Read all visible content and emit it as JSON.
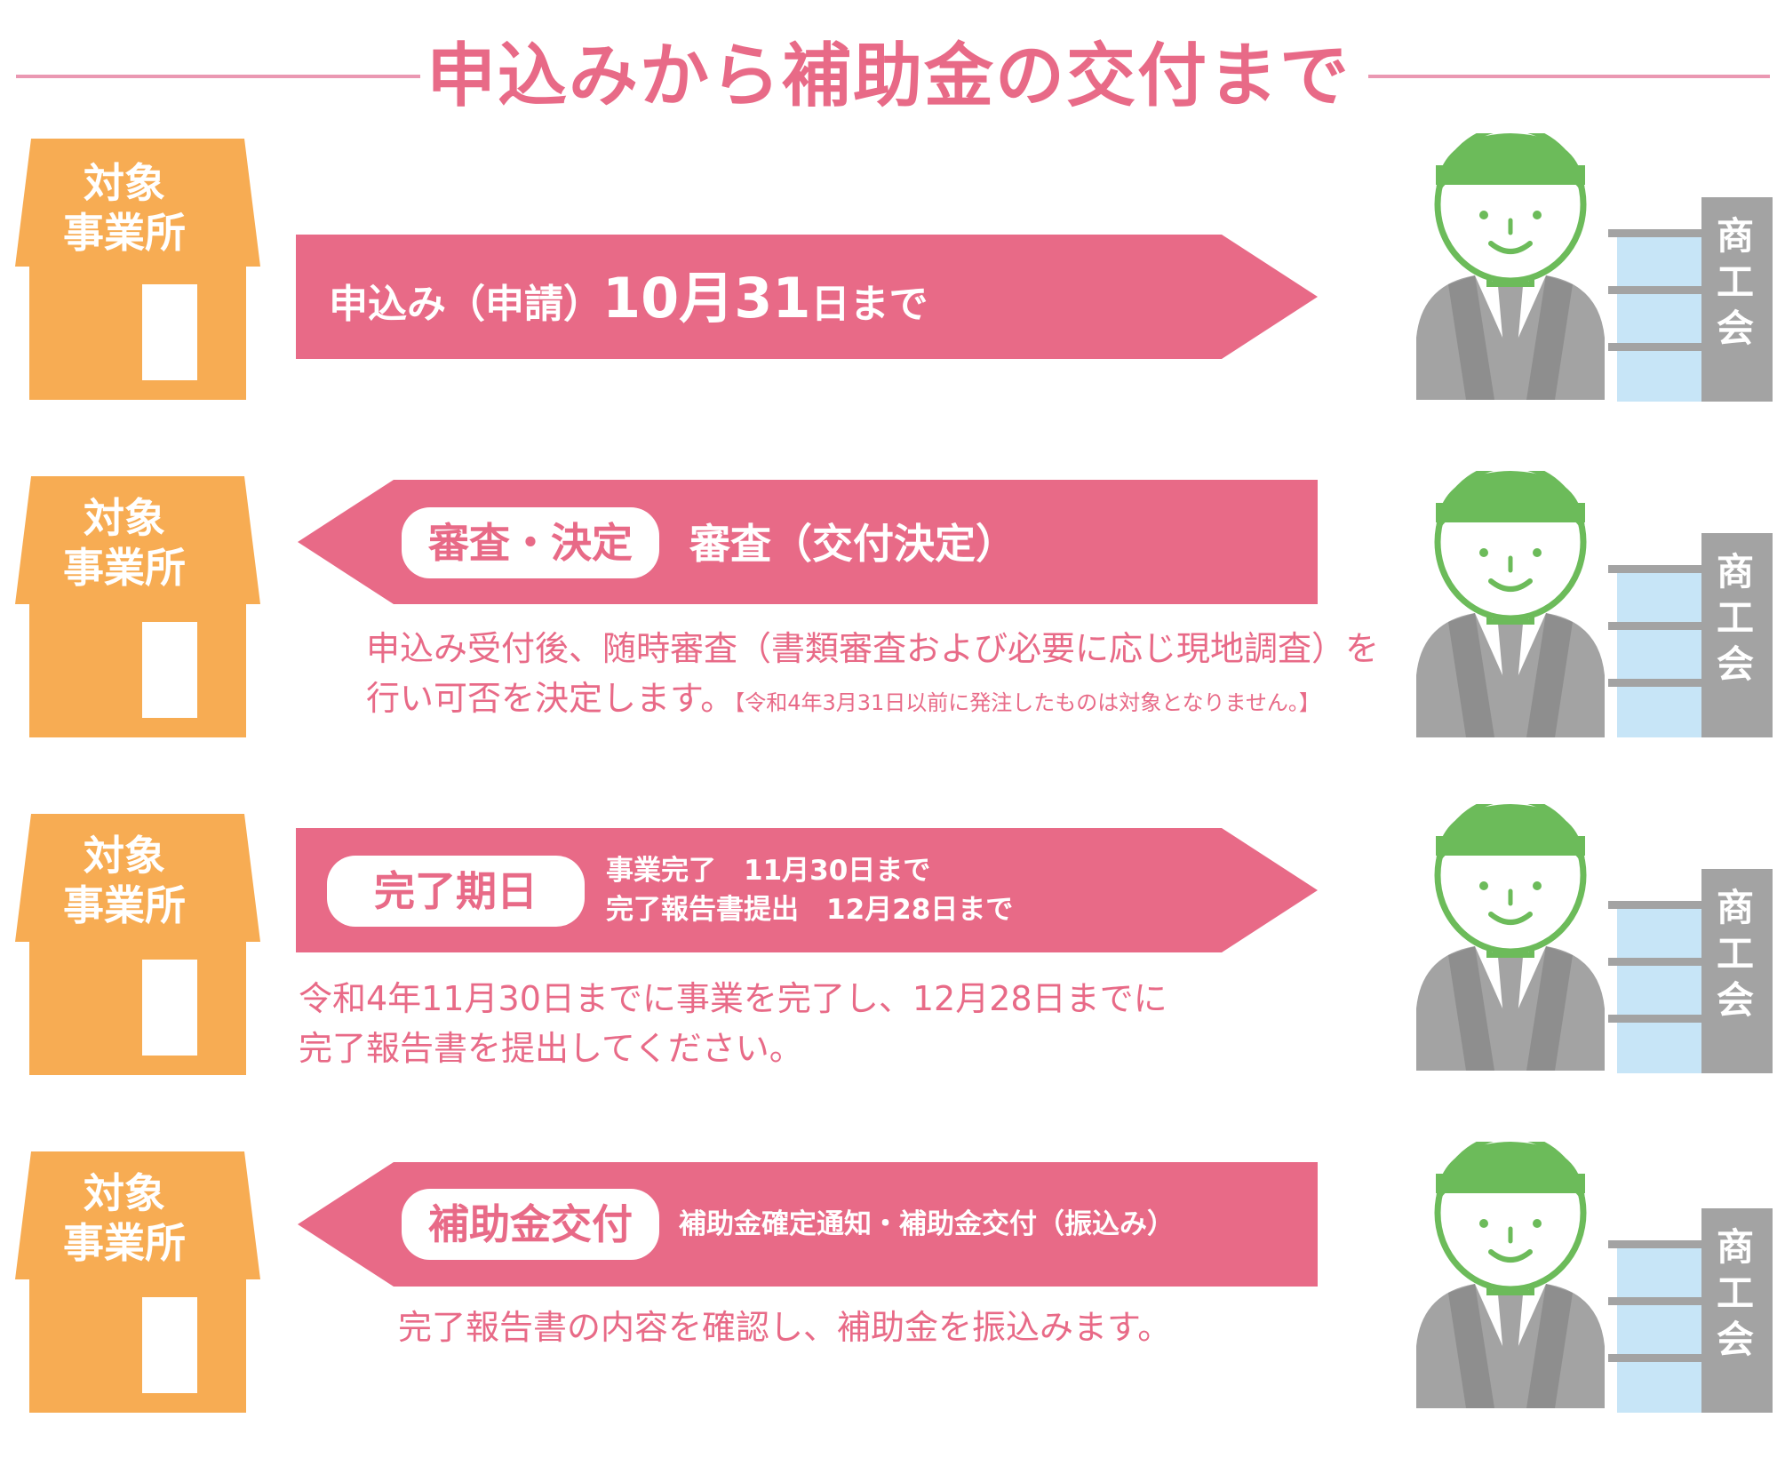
{
  "title": "申込みから補助金の交付まで",
  "colors": {
    "pink": "#e86a87",
    "orange": "#f7ac53",
    "green": "#6cbb5a",
    "gray": "#a3a3a3",
    "light_blue": "#c7e5f7"
  },
  "house_label": [
    "対象",
    "事業所"
  ],
  "building_label": [
    "商",
    "工",
    "会"
  ],
  "steps": [
    {
      "direction": "right",
      "main_prefix": "申込み（申請）",
      "main_date": "10月31",
      "main_suffix": "日まで"
    },
    {
      "direction": "left",
      "badge": "審査・決定",
      "heading": "審査（交付決定）",
      "desc_line1": "申込み受付後、随時審査（書類審査および必要に応じ現地調査）を",
      "desc_line2": "行い可否を決定します。",
      "desc_note": "【令和4年3月31日以前に発注したものは対象となりません。】"
    },
    {
      "direction": "right",
      "badge": "完了期日",
      "detail_line1": "事業完了　11月30日まで",
      "detail_line2": "完了報告書提出　12月28日まで",
      "desc_line1": "令和4年11月30日までに事業を完了し、12月28日までに",
      "desc_line2": "完了報告書を提出してください。"
    },
    {
      "direction": "left",
      "badge": "補助金交付",
      "heading": "補助金確定通知・補助金交付（振込み）",
      "desc_line1": "完了報告書の内容を確認し、補助金を振込みます。"
    }
  ]
}
